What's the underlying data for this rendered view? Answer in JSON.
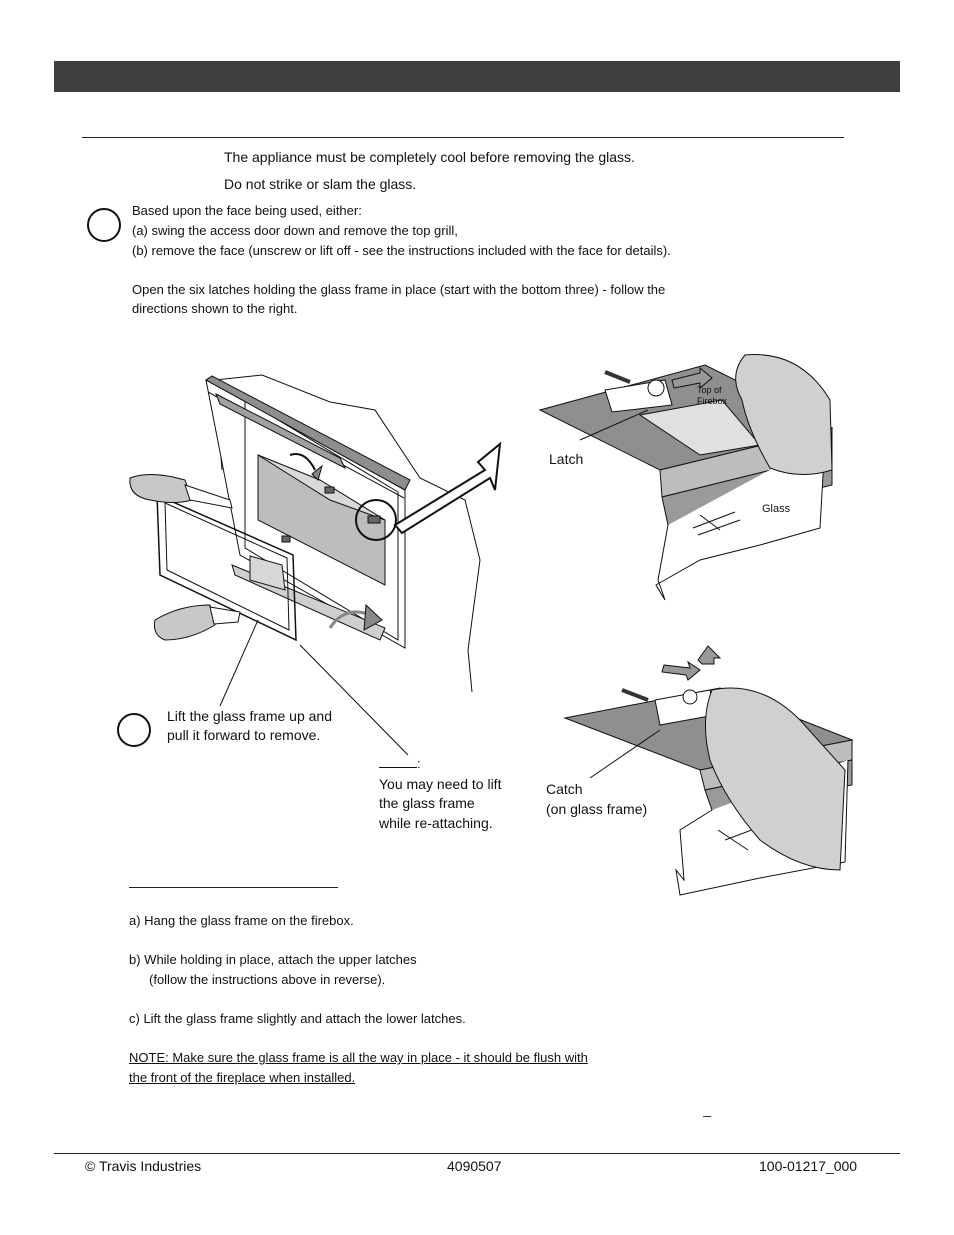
{
  "warnings": {
    "cool": "The appliance must be completely cool before removing the glass.",
    "strike": "Do not strike or slam the glass."
  },
  "step1": {
    "intro": "Based upon the face being used, either:",
    "a": "(a) swing the access door down and remove the top grill,",
    "b": "(b) remove the face (unscrew or lift off - see the instructions included with the face for details).",
    "latches_line1": "Open the six latches holding the glass frame in place (start with the bottom three) - follow the",
    "latches_line2": "directions shown to the right."
  },
  "step2": {
    "line1": "Lift the glass frame up and",
    "line2": "pull it forward to remove."
  },
  "note": {
    "colon": ":",
    "line1": "You may need to lift",
    "line2": "the glass frame",
    "line3": "while re-attaching."
  },
  "labels": {
    "latch": "Latch",
    "top_of": "Top of",
    "firebox": "Firebox",
    "glass": "Glass",
    "catch": "Catch",
    "catch_sub": "(on glass frame)"
  },
  "reinstall": {
    "a": "a) Hang the glass frame on the firebox.",
    "b": "b) While holding in place, attach the upper latches",
    "b2": "(follow the instructions above in reverse).",
    "c": "c) Lift the glass frame slightly and attach the lower latches.",
    "note1": "NOTE: Make sure the glass frame is all the way in place - it should be flush with",
    "note2": "the front of the fireplace when installed."
  },
  "footer": {
    "left": "© Travis Industries",
    "center": "4090507",
    "right": "100-01217_000"
  },
  "colors": {
    "header_bar": "#3f3f3f",
    "shelf_gray": "#8f8f8f",
    "hand_gray": "#c8c8c8"
  }
}
